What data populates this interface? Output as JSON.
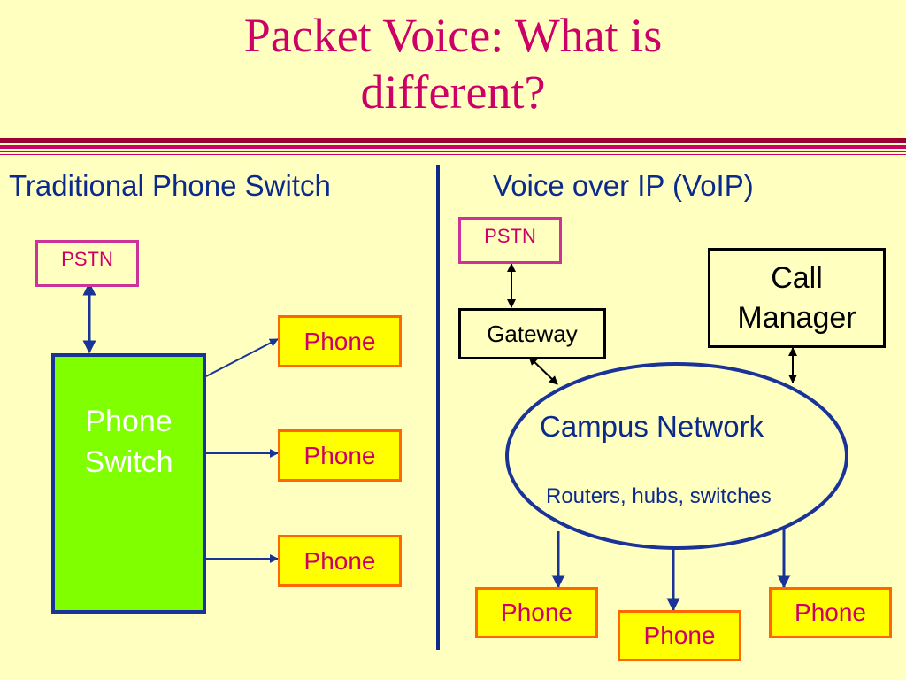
{
  "slide": {
    "title_line1": "Packet Voice: What is",
    "title_line2": "different?"
  },
  "left": {
    "heading": "Traditional Phone Switch",
    "pstn": "PSTN",
    "switch_line1": "Phone",
    "switch_line2": "Switch",
    "phones": [
      "Phone",
      "Phone",
      "Phone"
    ]
  },
  "right": {
    "heading": "Voice over IP (VoIP)",
    "pstn": "PSTN",
    "gateway": "Gateway",
    "call_manager_line1": "Call",
    "call_manager_line2": "Manager",
    "network_title": "Campus Network",
    "network_subtitle": "Routers, hubs, switches",
    "phones": [
      "Phone",
      "Phone",
      "Phone"
    ]
  },
  "colors": {
    "background": "#ffffc0",
    "title": "#cc0066",
    "heading_text": "#0b2a8c",
    "phone_fill": "#ffff00",
    "phone_border": "#ff6600",
    "switch_fill": "#80ff00",
    "connector": "#1a3399"
  }
}
